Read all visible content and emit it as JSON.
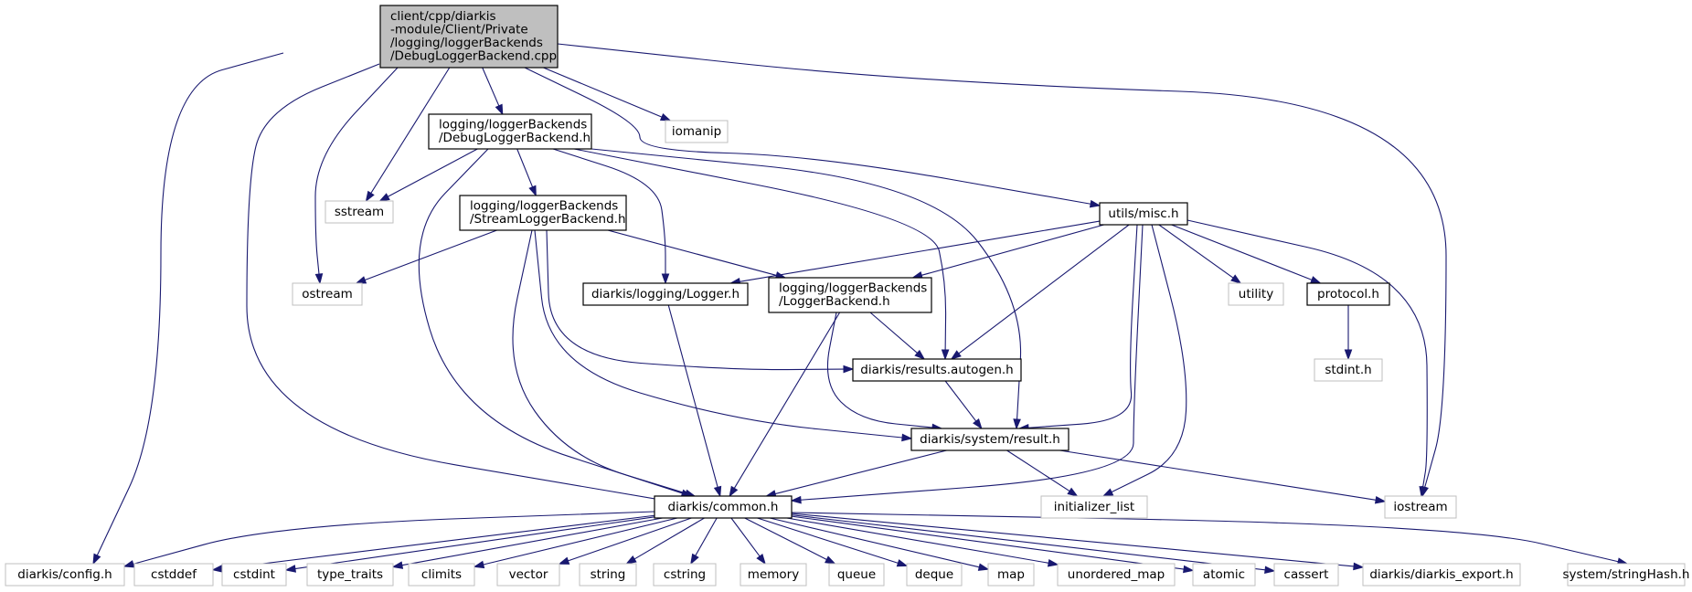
{
  "colors": {
    "edge": "#191970",
    "root_fill": "#bfbfbf",
    "root_border": "#000000",
    "project_border": "#000000",
    "external_border": "#bfbfbf",
    "node_fill": "#ffffff"
  },
  "diagram": {
    "nodes": [
      {
        "id": "root",
        "kind": "root",
        "lines": [
          "client/cpp/diarkis",
          "-module/Client/Private",
          "/logging/loggerBackends",
          "/DebugLoggerBackend.cpp"
        ]
      },
      {
        "id": "debug_h",
        "kind": "project",
        "lines": [
          "logging/loggerBackends",
          "/DebugLoggerBackend.h"
        ]
      },
      {
        "id": "iomanip",
        "kind": "external",
        "lines": [
          "iomanip"
        ]
      },
      {
        "id": "sstream",
        "kind": "external",
        "lines": [
          "sstream"
        ]
      },
      {
        "id": "stream_h",
        "kind": "project",
        "lines": [
          "logging/loggerBackends",
          "/StreamLoggerBackend.h"
        ]
      },
      {
        "id": "misc_h",
        "kind": "project",
        "lines": [
          "utils/misc.h"
        ]
      },
      {
        "id": "ostream",
        "kind": "external",
        "lines": [
          "ostream"
        ]
      },
      {
        "id": "logger_h",
        "kind": "project",
        "lines": [
          "diarkis/logging/Logger.h"
        ]
      },
      {
        "id": "loggerbackend_h",
        "kind": "project",
        "lines": [
          "logging/loggerBackends",
          "/LoggerBackend.h"
        ]
      },
      {
        "id": "utility",
        "kind": "external",
        "lines": [
          "utility"
        ]
      },
      {
        "id": "protocol_h",
        "kind": "project",
        "lines": [
          "protocol.h"
        ]
      },
      {
        "id": "stdint_h",
        "kind": "external",
        "lines": [
          "stdint.h"
        ]
      },
      {
        "id": "results_h",
        "kind": "project",
        "lines": [
          "diarkis/results.autogen.h"
        ]
      },
      {
        "id": "result_h",
        "kind": "project",
        "lines": [
          "diarkis/system/result.h"
        ]
      },
      {
        "id": "common_h",
        "kind": "project",
        "lines": [
          "diarkis/common.h"
        ]
      },
      {
        "id": "initializer_list",
        "kind": "external",
        "lines": [
          "initializer_list"
        ]
      },
      {
        "id": "iostream",
        "kind": "external",
        "lines": [
          "iostream"
        ]
      },
      {
        "id": "config_h",
        "kind": "external",
        "lines": [
          "diarkis/config.h"
        ]
      },
      {
        "id": "cstddef",
        "kind": "external",
        "lines": [
          "cstddef"
        ]
      },
      {
        "id": "cstdint",
        "kind": "external",
        "lines": [
          "cstdint"
        ]
      },
      {
        "id": "type_traits",
        "kind": "external",
        "lines": [
          "type_traits"
        ]
      },
      {
        "id": "climits",
        "kind": "external",
        "lines": [
          "climits"
        ]
      },
      {
        "id": "vector",
        "kind": "external",
        "lines": [
          "vector"
        ]
      },
      {
        "id": "string",
        "kind": "external",
        "lines": [
          "string"
        ]
      },
      {
        "id": "cstring",
        "kind": "external",
        "lines": [
          "cstring"
        ]
      },
      {
        "id": "memory",
        "kind": "external",
        "lines": [
          "memory"
        ]
      },
      {
        "id": "queue",
        "kind": "external",
        "lines": [
          "queue"
        ]
      },
      {
        "id": "deque",
        "kind": "external",
        "lines": [
          "deque"
        ]
      },
      {
        "id": "map",
        "kind": "external",
        "lines": [
          "map"
        ]
      },
      {
        "id": "unordered_map",
        "kind": "external",
        "lines": [
          "unordered_map"
        ]
      },
      {
        "id": "atomic",
        "kind": "external",
        "lines": [
          "atomic"
        ]
      },
      {
        "id": "cassert",
        "kind": "external",
        "lines": [
          "cassert"
        ]
      },
      {
        "id": "diarkis_export_h",
        "kind": "external",
        "lines": [
          "diarkis/diarkis_export.h"
        ]
      },
      {
        "id": "stringhash_h",
        "kind": "external",
        "lines": [
          "system/stringHash.h"
        ]
      }
    ],
    "edges": [
      [
        "root",
        "debug_h"
      ],
      [
        "root",
        "iomanip"
      ],
      [
        "root",
        "sstream"
      ],
      [
        "root",
        "ostream"
      ],
      [
        "root",
        "misc_h"
      ],
      [
        "root",
        "iostream"
      ],
      [
        "root",
        "config_h"
      ],
      [
        "root",
        "common_h"
      ],
      [
        "debug_h",
        "sstream"
      ],
      [
        "debug_h",
        "stream_h"
      ],
      [
        "debug_h",
        "logger_h"
      ],
      [
        "debug_h",
        "results_h"
      ],
      [
        "debug_h",
        "result_h"
      ],
      [
        "debug_h",
        "common_h"
      ],
      [
        "stream_h",
        "ostream"
      ],
      [
        "stream_h",
        "loggerbackend_h"
      ],
      [
        "stream_h",
        "results_h"
      ],
      [
        "stream_h",
        "result_h"
      ],
      [
        "stream_h",
        "common_h"
      ],
      [
        "misc_h",
        "logger_h"
      ],
      [
        "misc_h",
        "loggerbackend_h"
      ],
      [
        "misc_h",
        "utility"
      ],
      [
        "misc_h",
        "protocol_h"
      ],
      [
        "misc_h",
        "results_h"
      ],
      [
        "misc_h",
        "result_h"
      ],
      [
        "misc_h",
        "common_h"
      ],
      [
        "misc_h",
        "initializer_list"
      ],
      [
        "misc_h",
        "iostream"
      ],
      [
        "logger_h",
        "common_h"
      ],
      [
        "loggerbackend_h",
        "results_h"
      ],
      [
        "loggerbackend_h",
        "result_h"
      ],
      [
        "loggerbackend_h",
        "common_h"
      ],
      [
        "protocol_h",
        "stdint_h"
      ],
      [
        "results_h",
        "result_h"
      ],
      [
        "result_h",
        "common_h"
      ],
      [
        "result_h",
        "initializer_list"
      ],
      [
        "result_h",
        "iostream"
      ],
      [
        "common_h",
        "config_h"
      ],
      [
        "common_h",
        "cstddef"
      ],
      [
        "common_h",
        "cstdint"
      ],
      [
        "common_h",
        "type_traits"
      ],
      [
        "common_h",
        "climits"
      ],
      [
        "common_h",
        "vector"
      ],
      [
        "common_h",
        "string"
      ],
      [
        "common_h",
        "cstring"
      ],
      [
        "common_h",
        "memory"
      ],
      [
        "common_h",
        "queue"
      ],
      [
        "common_h",
        "deque"
      ],
      [
        "common_h",
        "map"
      ],
      [
        "common_h",
        "unordered_map"
      ],
      [
        "common_h",
        "atomic"
      ],
      [
        "common_h",
        "cassert"
      ],
      [
        "common_h",
        "diarkis_export_h"
      ],
      [
        "common_h",
        "stringhash_h"
      ]
    ]
  }
}
